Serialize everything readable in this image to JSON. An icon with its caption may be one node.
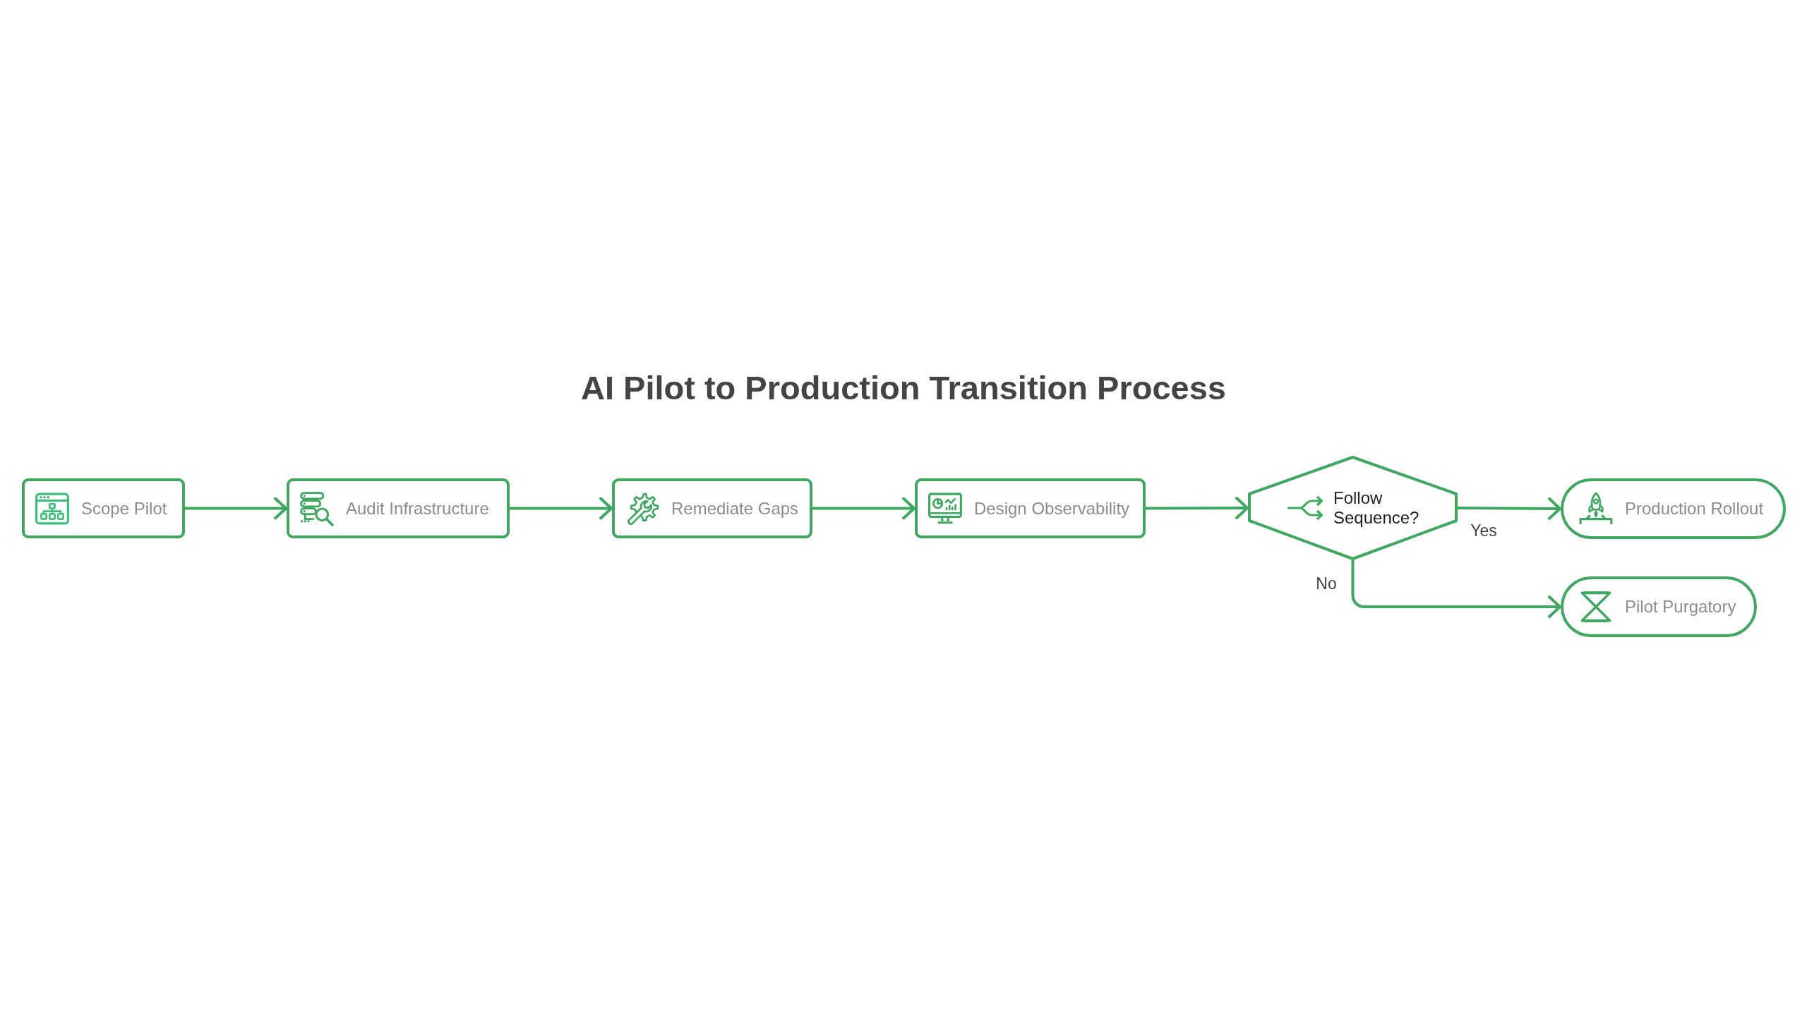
{
  "diagram": {
    "title": "AI Pilot to Production Transition Process",
    "nodes": [
      {
        "text": [
          "Scope Pilot"
        ]
      },
      {
        "text": [
          "Audit Infrastructure"
        ]
      },
      {
        "text": [
          "Remediate Gaps"
        ]
      },
      {
        "text": [
          "Design Observability"
        ]
      },
      {
        "text": [
          "Follow Sequence?"
        ]
      },
      {
        "text": [
          "Production Rollout"
        ]
      },
      {
        "text": [
          "Pilot Purgatory"
        ]
      }
    ],
    "edges": [
      {
        "from": 0,
        "to": 1,
        "arrow": "to"
      },
      {
        "from": 1,
        "to": 2,
        "arrow": "to"
      },
      {
        "from": 2,
        "to": 3,
        "arrow": "to"
      },
      {
        "from": 3,
        "to": 4,
        "arrow": "to"
      },
      {
        "from": 4,
        "to": 5,
        "arrow": "to",
        "label": "Yes"
      },
      {
        "from": 4,
        "to": 6,
        "arrow": "to",
        "label": "No"
      }
    ]
  }
}
